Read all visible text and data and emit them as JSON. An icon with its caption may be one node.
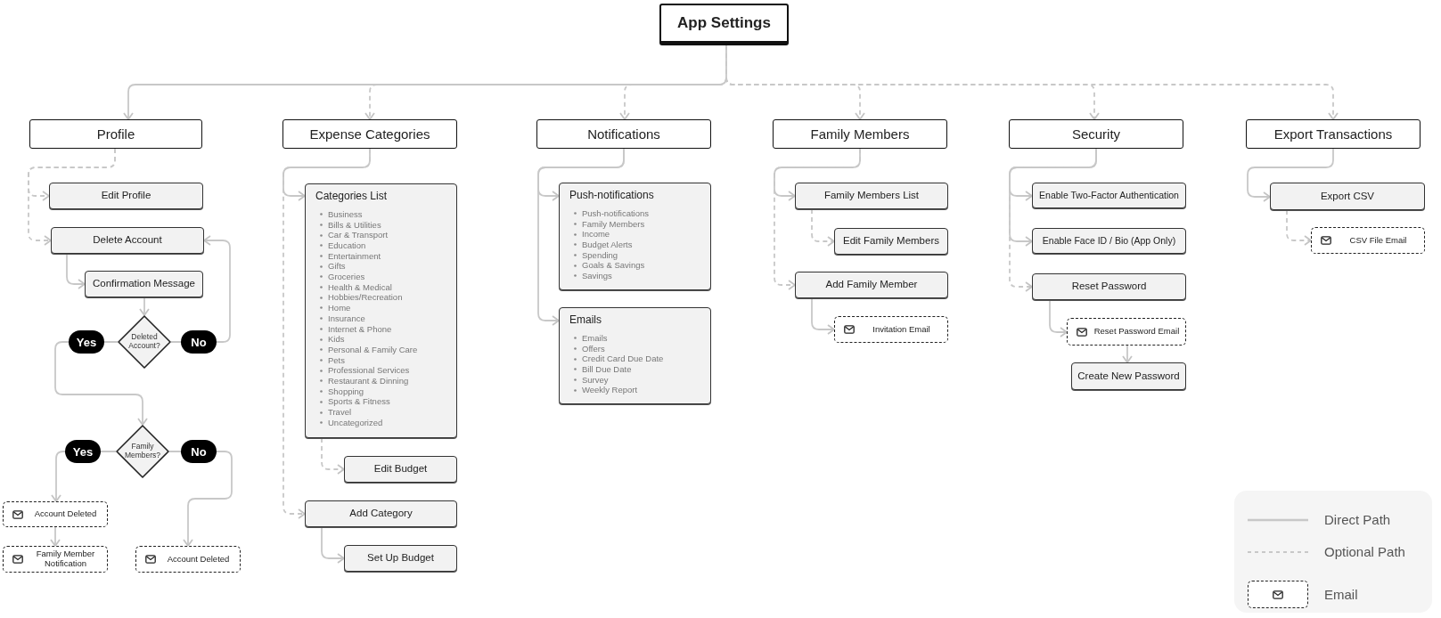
{
  "diagram": {
    "nodes": [
      {
        "text": [
          "App Settings"
        ]
      },
      {
        "text": [
          "Profile"
        ]
      },
      {
        "text": [
          "Expense Categories"
        ]
      },
      {
        "text": [
          "Notifications"
        ]
      },
      {
        "text": [
          "Family Members"
        ]
      },
      {
        "text": [
          "Security"
        ]
      },
      {
        "text": [
          "Export Transactions"
        ]
      },
      {
        "text": [
          "Edit Profile"
        ]
      },
      {
        "text": [
          "Delete Account"
        ]
      },
      {
        "text": [
          "Confirmation Message"
        ]
      },
      {
        "text": [
          "Deleted Account?"
        ]
      },
      {
        "text": [
          "Family Members?"
        ]
      },
      {
        "text": [
          "Account Deleted"
        ]
      },
      {
        "text": [
          "Family Member Notification"
        ]
      },
      {
        "text": [
          "Account Deleted"
        ]
      },
      {
        "text": [
          "Categories List",
          "Business",
          "Bills & Utilities",
          "Car & Transport",
          "Education",
          "Entertainment",
          "Gifts",
          "Groceries",
          "Health & Medical",
          "Hobbies/Recreation",
          "Home",
          "Insurance",
          "Internet & Phone",
          "Kids",
          "Personal & Family Care",
          "Pets",
          "Professional Services",
          "Restaurant & Dinning",
          "Shopping",
          "Sports & Fitness",
          "Travel",
          "Uncategorized"
        ]
      },
      {
        "text": [
          "Edit Budget"
        ]
      },
      {
        "text": [
          "Add Category"
        ]
      },
      {
        "text": [
          "Set Up Budget"
        ]
      },
      {
        "text": [
          "Push-notifications",
          "Push-notifications",
          "Family Members",
          "Income",
          "Budget Alerts",
          "Spending",
          "Goals & Savings",
          "Savings"
        ]
      },
      {
        "text": [
          "Emails",
          "Emails",
          "Offers",
          "Credit Card Due Date",
          "Bill Due Date",
          "Survey",
          "Weekly Report"
        ]
      },
      {
        "text": [
          "Family Members List"
        ]
      },
      {
        "text": [
          "Edit Family Members"
        ]
      },
      {
        "text": [
          "Add Family Member"
        ]
      },
      {
        "text": [
          "Invitation Email"
        ]
      },
      {
        "text": [
          "Enable Two-Factor Authentication"
        ]
      },
      {
        "text": [
          "Enable Face ID / Bio (App Only)"
        ]
      },
      {
        "text": [
          "Reset Password"
        ]
      },
      {
        "text": [
          "Reset Password Email"
        ]
      },
      {
        "text": [
          "Create New Password"
        ]
      },
      {
        "text": [
          "Export CSV"
        ]
      },
      {
        "text": [
          "CSV File Email"
        ]
      }
    ],
    "edges": [
      {
        "from": 0,
        "to": 1,
        "arrow": "to"
      },
      {
        "from": 0,
        "to": 2,
        "arrow": "to",
        "style": "dashed"
      },
      {
        "from": 0,
        "to": 3,
        "arrow": "to",
        "style": "dashed"
      },
      {
        "from": 0,
        "to": 4,
        "arrow": "to",
        "style": "dashed"
      },
      {
        "from": 0,
        "to": 5,
        "arrow": "to",
        "style": "dashed"
      },
      {
        "from": 0,
        "to": 6,
        "arrow": "to",
        "style": "dashed"
      },
      {
        "from": 1,
        "to": 7,
        "arrow": "to",
        "style": "dashed"
      },
      {
        "from": 1,
        "to": 8,
        "arrow": "to",
        "style": "dashed"
      },
      {
        "from": 8,
        "to": 9,
        "arrow": "to"
      },
      {
        "from": 9,
        "to": 10,
        "arrow": "to"
      },
      {
        "from": 10,
        "to": 11,
        "arrow": "to",
        "label": "Yes"
      },
      {
        "from": 10,
        "to": 8,
        "arrow": "to",
        "label": "No"
      },
      {
        "from": 11,
        "to": 12,
        "arrow": "to",
        "label": "Yes"
      },
      {
        "from": 11,
        "to": 14,
        "arrow": "to",
        "label": "No"
      },
      {
        "from": 12,
        "to": 13,
        "arrow": "to"
      },
      {
        "from": 2,
        "to": 15,
        "arrow": "to"
      },
      {
        "from": 2,
        "to": 17,
        "arrow": "to",
        "style": "dashed"
      },
      {
        "from": 15,
        "to": 16,
        "arrow": "to",
        "style": "dashed"
      },
      {
        "from": 17,
        "to": 18,
        "arrow": "to"
      },
      {
        "from": 3,
        "to": 19,
        "arrow": "to"
      },
      {
        "from": 3,
        "to": 20,
        "arrow": "to"
      },
      {
        "from": 4,
        "to": 21,
        "arrow": "to"
      },
      {
        "from": 4,
        "to": 23,
        "arrow": "to",
        "style": "dashed"
      },
      {
        "from": 21,
        "to": 22,
        "arrow": "to",
        "style": "dashed"
      },
      {
        "from": 23,
        "to": 24,
        "arrow": "to"
      },
      {
        "from": 5,
        "to": 25,
        "arrow": "to"
      },
      {
        "from": 5,
        "to": 26,
        "arrow": "to"
      },
      {
        "from": 5,
        "to": 27,
        "arrow": "to",
        "style": "dashed"
      },
      {
        "from": 27,
        "to": 28,
        "arrow": "to"
      },
      {
        "from": 28,
        "to": 29,
        "arrow": "to"
      },
      {
        "from": 6,
        "to": 30,
        "arrow": "to"
      },
      {
        "from": 30,
        "to": 31,
        "arrow": "to",
        "style": "dashed"
      }
    ],
    "legend": [
      {
        "text": "Direct Path"
      },
      {
        "text": "Optional Path"
      },
      {
        "text": "Email"
      }
    ]
  }
}
